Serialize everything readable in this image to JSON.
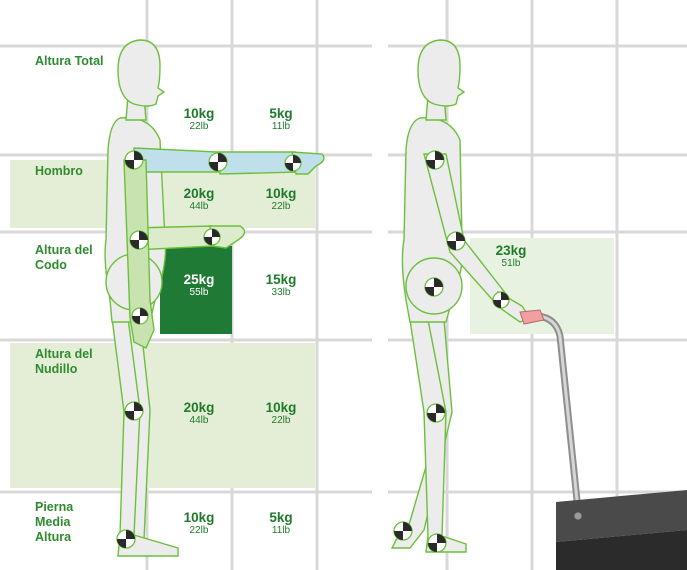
{
  "zones": {
    "total_height": "Altura Total",
    "shoulder": "Hombro",
    "elbow": "Altura del\nCodo",
    "knuckle": "Altura del\nNudillo",
    "mid_leg": "Pierna\nMedia\nAltura"
  },
  "weights": {
    "shoulder_near": {
      "kg": "20kg",
      "lb": "44lb"
    },
    "shoulder_far": {
      "kg": "10kg",
      "lb": "22lb"
    },
    "above_shoulder_near": {
      "kg": "10kg",
      "lb": "22lb"
    },
    "above_shoulder_far": {
      "kg": "5kg",
      "lb": "11lb"
    },
    "elbow_near": {
      "kg": "25kg",
      "lb": "55lb"
    },
    "elbow_far": {
      "kg": "15kg",
      "lb": "33lb"
    },
    "knuckle_near": {
      "kg": "20kg",
      "lb": "44lb"
    },
    "knuckle_far": {
      "kg": "10kg",
      "lb": "22lb"
    },
    "mid_leg_near": {
      "kg": "10kg",
      "lb": "22lb"
    },
    "mid_leg_far": {
      "kg": "5kg",
      "lb": "11lb"
    },
    "push_pull": {
      "kg": "23kg",
      "lb": "51lb"
    }
  },
  "colors": {
    "grid": "#d8d8d8",
    "zone_light": "#e4eed6",
    "zone_dark": "#1f7a35",
    "figure_fill": "#ececec",
    "figure_stroke": "#6cbf3c",
    "arm_fill": "#bfe0ea",
    "label_green": "#2e8b2e",
    "machine": "#3b3b3b"
  }
}
